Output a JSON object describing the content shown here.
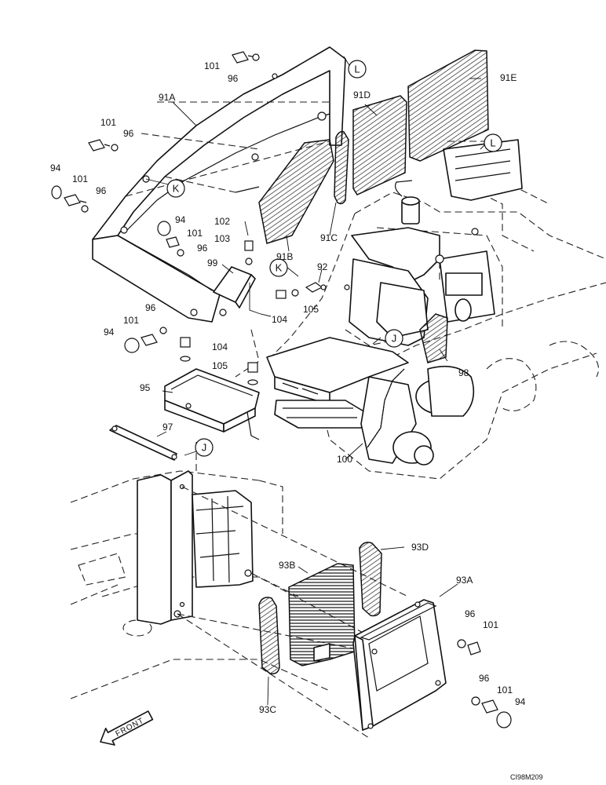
{
  "drawing_code": "CI98M209",
  "front_marker": "FRONT",
  "reference_circles": [
    "L",
    "K",
    "J"
  ],
  "part_labels": {
    "p101": "101",
    "p96": "96",
    "p94": "94",
    "p91A": "91A",
    "p91B": "91B",
    "p91C": "91C",
    "p91D": "91D",
    "p91E": "91E",
    "p102": "102",
    "p103": "103",
    "p99": "99",
    "p92": "92",
    "p104": "104",
    "p105": "105",
    "p95": "95",
    "p97": "97",
    "p98": "98",
    "p100": "100",
    "p93A": "93A",
    "p93B": "93B",
    "p93C": "93C",
    "p93D": "93D"
  }
}
